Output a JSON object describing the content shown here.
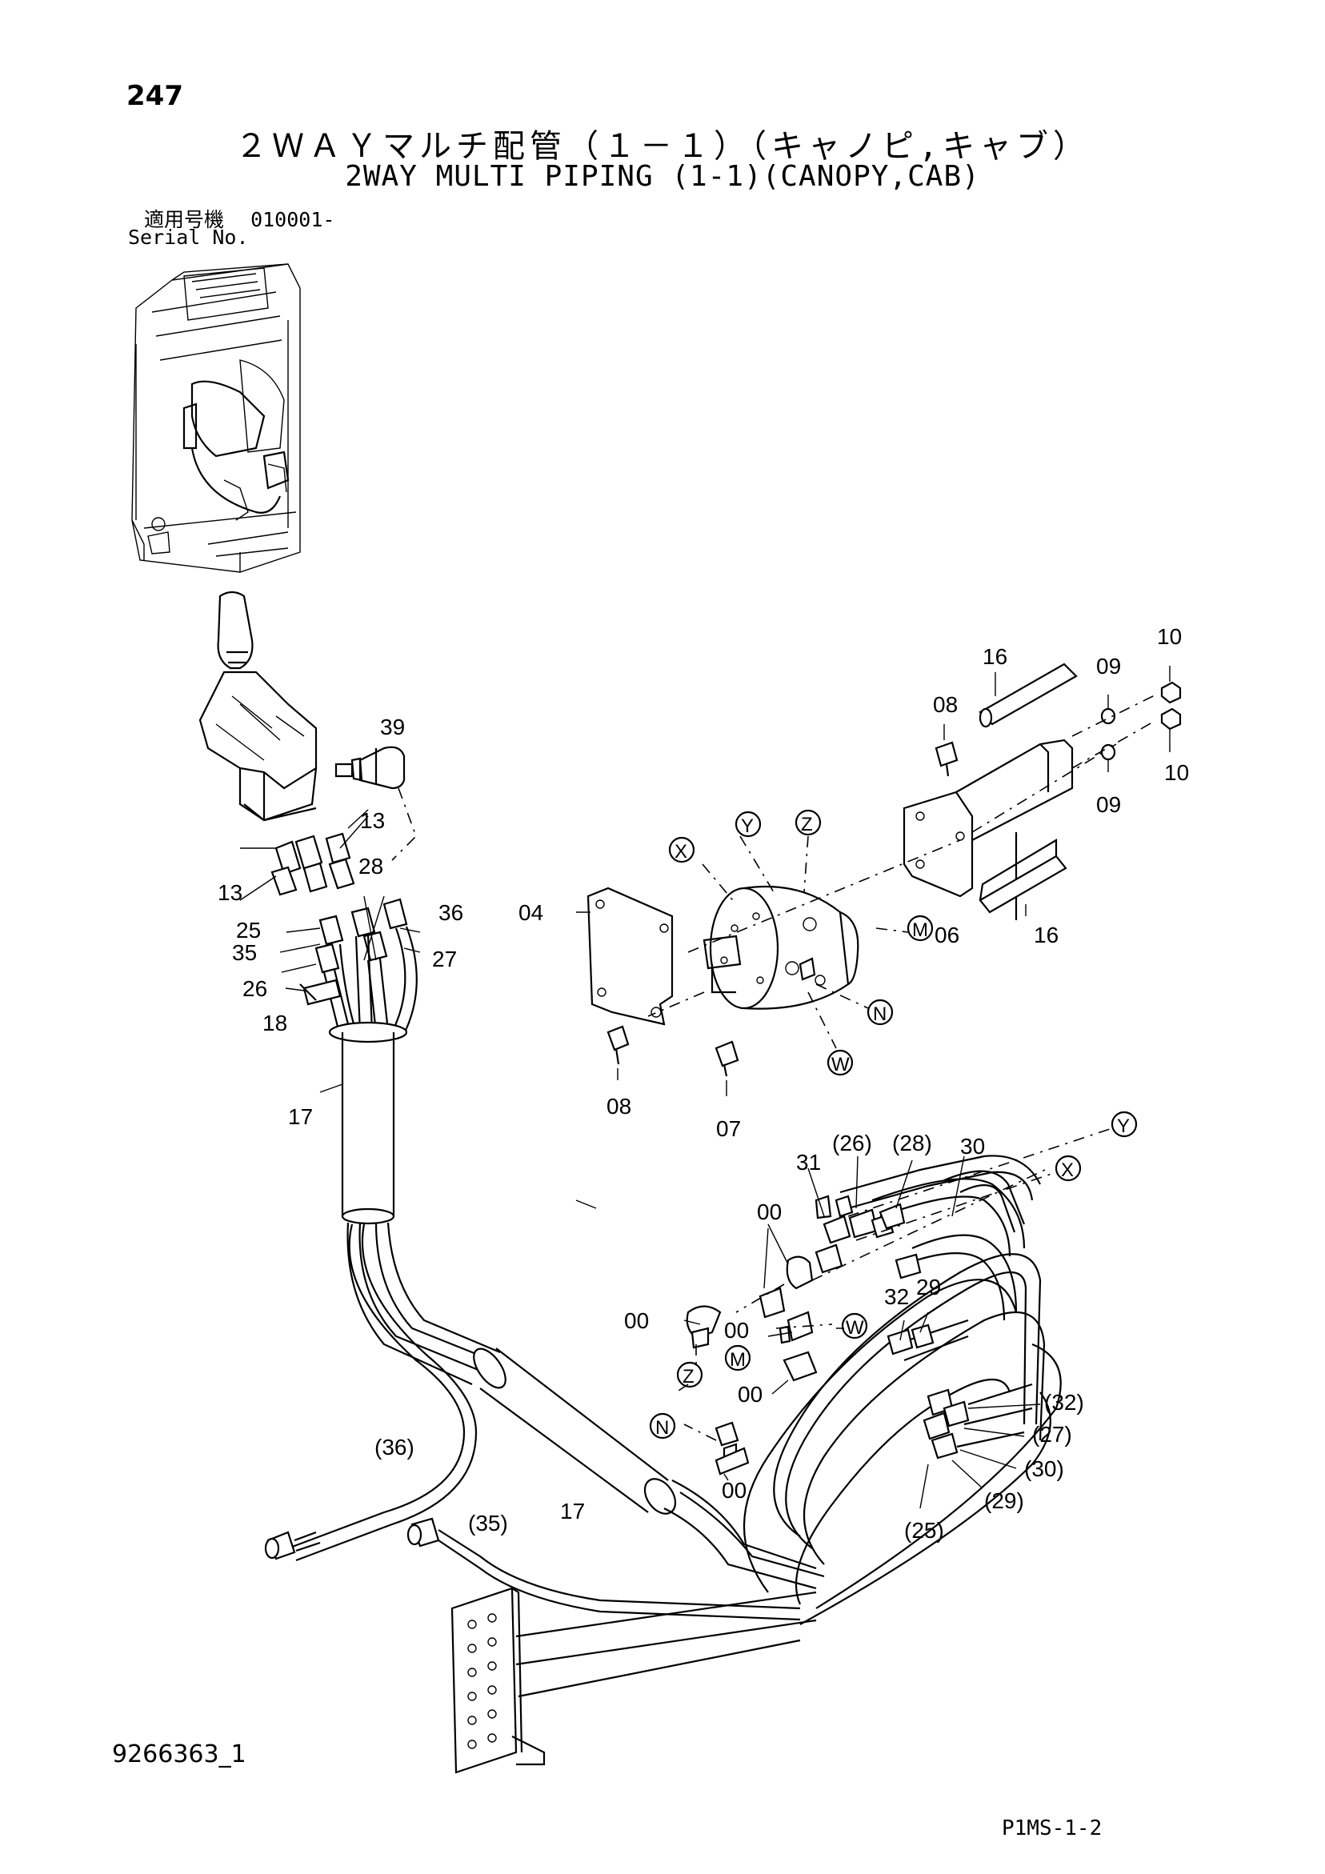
{
  "page": {
    "page_number": "247",
    "title_jp": "２ＷＡＹマルチ配管（１－１）（キャノピ,キャブ）",
    "title_en": "2WAY MULTI PIPING (1-1)(CANOPY,CAB)",
    "serial_label_jp": "適用号機",
    "serial_value": "010001-",
    "serial_label_en": "Serial No.",
    "doc_id": "9266363_1",
    "sheet_ref": "P1MS-1-2"
  },
  "callouts": {
    "c16a": "16",
    "c10a": "10",
    "c08a": "08",
    "c09a": "09",
    "c39": "39",
    "c09b": "09",
    "c10b": "10",
    "c13a": "13",
    "c13b": "13",
    "c28": "28",
    "c36": "36",
    "c25": "25",
    "c35": "35",
    "c27": "27",
    "c26": "26",
    "c18": "18",
    "c04": "04",
    "c06": "06",
    "c16b": "16",
    "c08b": "08",
    "c07": "07",
    "c17a": "17",
    "c31": "31",
    "c26p": "(26)",
    "c28p": "(28)",
    "c30": "30",
    "c00a": "00",
    "c32": "32",
    "c29": "29",
    "c00b": "00",
    "c00c": "00",
    "c00d": "00",
    "c00e": "00",
    "c32p": "(32)",
    "c27p": "(27)",
    "c30p": "(30)",
    "c29p": "(29)",
    "c25p": "(25)",
    "c36p": "(36)",
    "c35p": "(35)",
    "c17b": "17"
  },
  "ports": {
    "x1": "X",
    "y1": "Y",
    "z1": "Z",
    "m1": "M",
    "n1": "N",
    "w1": "W",
    "y2": "Y",
    "x2": "X",
    "w2": "W",
    "z2": "Z",
    "m2": "M",
    "n2": "N"
  }
}
